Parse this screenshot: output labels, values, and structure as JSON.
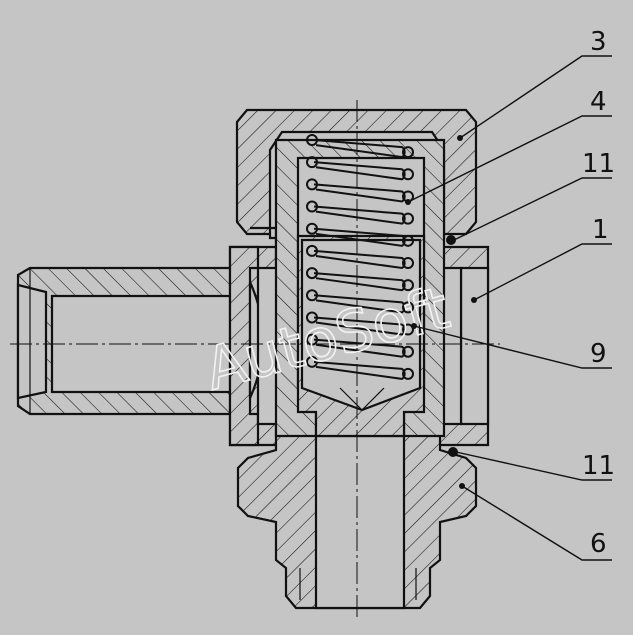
{
  "watermark": "AutoSoft",
  "callouts": [
    {
      "id": "3",
      "label": "3"
    },
    {
      "id": "4",
      "label": "4"
    },
    {
      "id": "11a",
      "label": "11"
    },
    {
      "id": "1",
      "label": "1"
    },
    {
      "id": "9",
      "label": "9"
    },
    {
      "id": "11b",
      "label": "11"
    },
    {
      "id": "6",
      "label": "6"
    }
  ],
  "colors": {
    "background": "#c5c5c5",
    "line": "#111111"
  }
}
